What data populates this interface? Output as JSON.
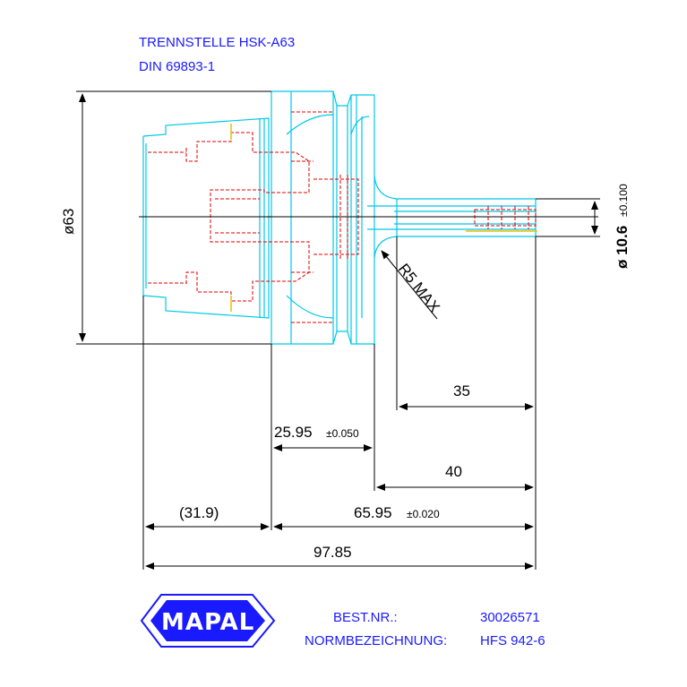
{
  "title": {
    "line1": "TRENNSTELLE HSK-A63",
    "line2": "DIN 69893-1"
  },
  "dimensions": {
    "diameter_main": "ø63",
    "diameter_shank_value": "ø 10.6",
    "diameter_shank_tol": "±0.100",
    "radius_note": "R5 MAX",
    "d35": "35",
    "d25_95": "25.95",
    "d25_95_tol": "±0.050",
    "d40": "40",
    "d31_9": "(31.9)",
    "d65_95": "65.95",
    "d65_95_tol": "±0.020",
    "d97_85": "97.85"
  },
  "logo": {
    "text": "MAPAL",
    "color": "#1a1aff"
  },
  "footer": {
    "order_label": "BEST.NR.:",
    "order_value": "30026571",
    "norm_label": "NORMBEZEICHNUNG:",
    "norm_value": "HFS 942-6"
  },
  "colors": {
    "text_blue": "#1a1aff",
    "outline_cyan": "#00c8e6",
    "hidden_red": "#e00000"
  }
}
